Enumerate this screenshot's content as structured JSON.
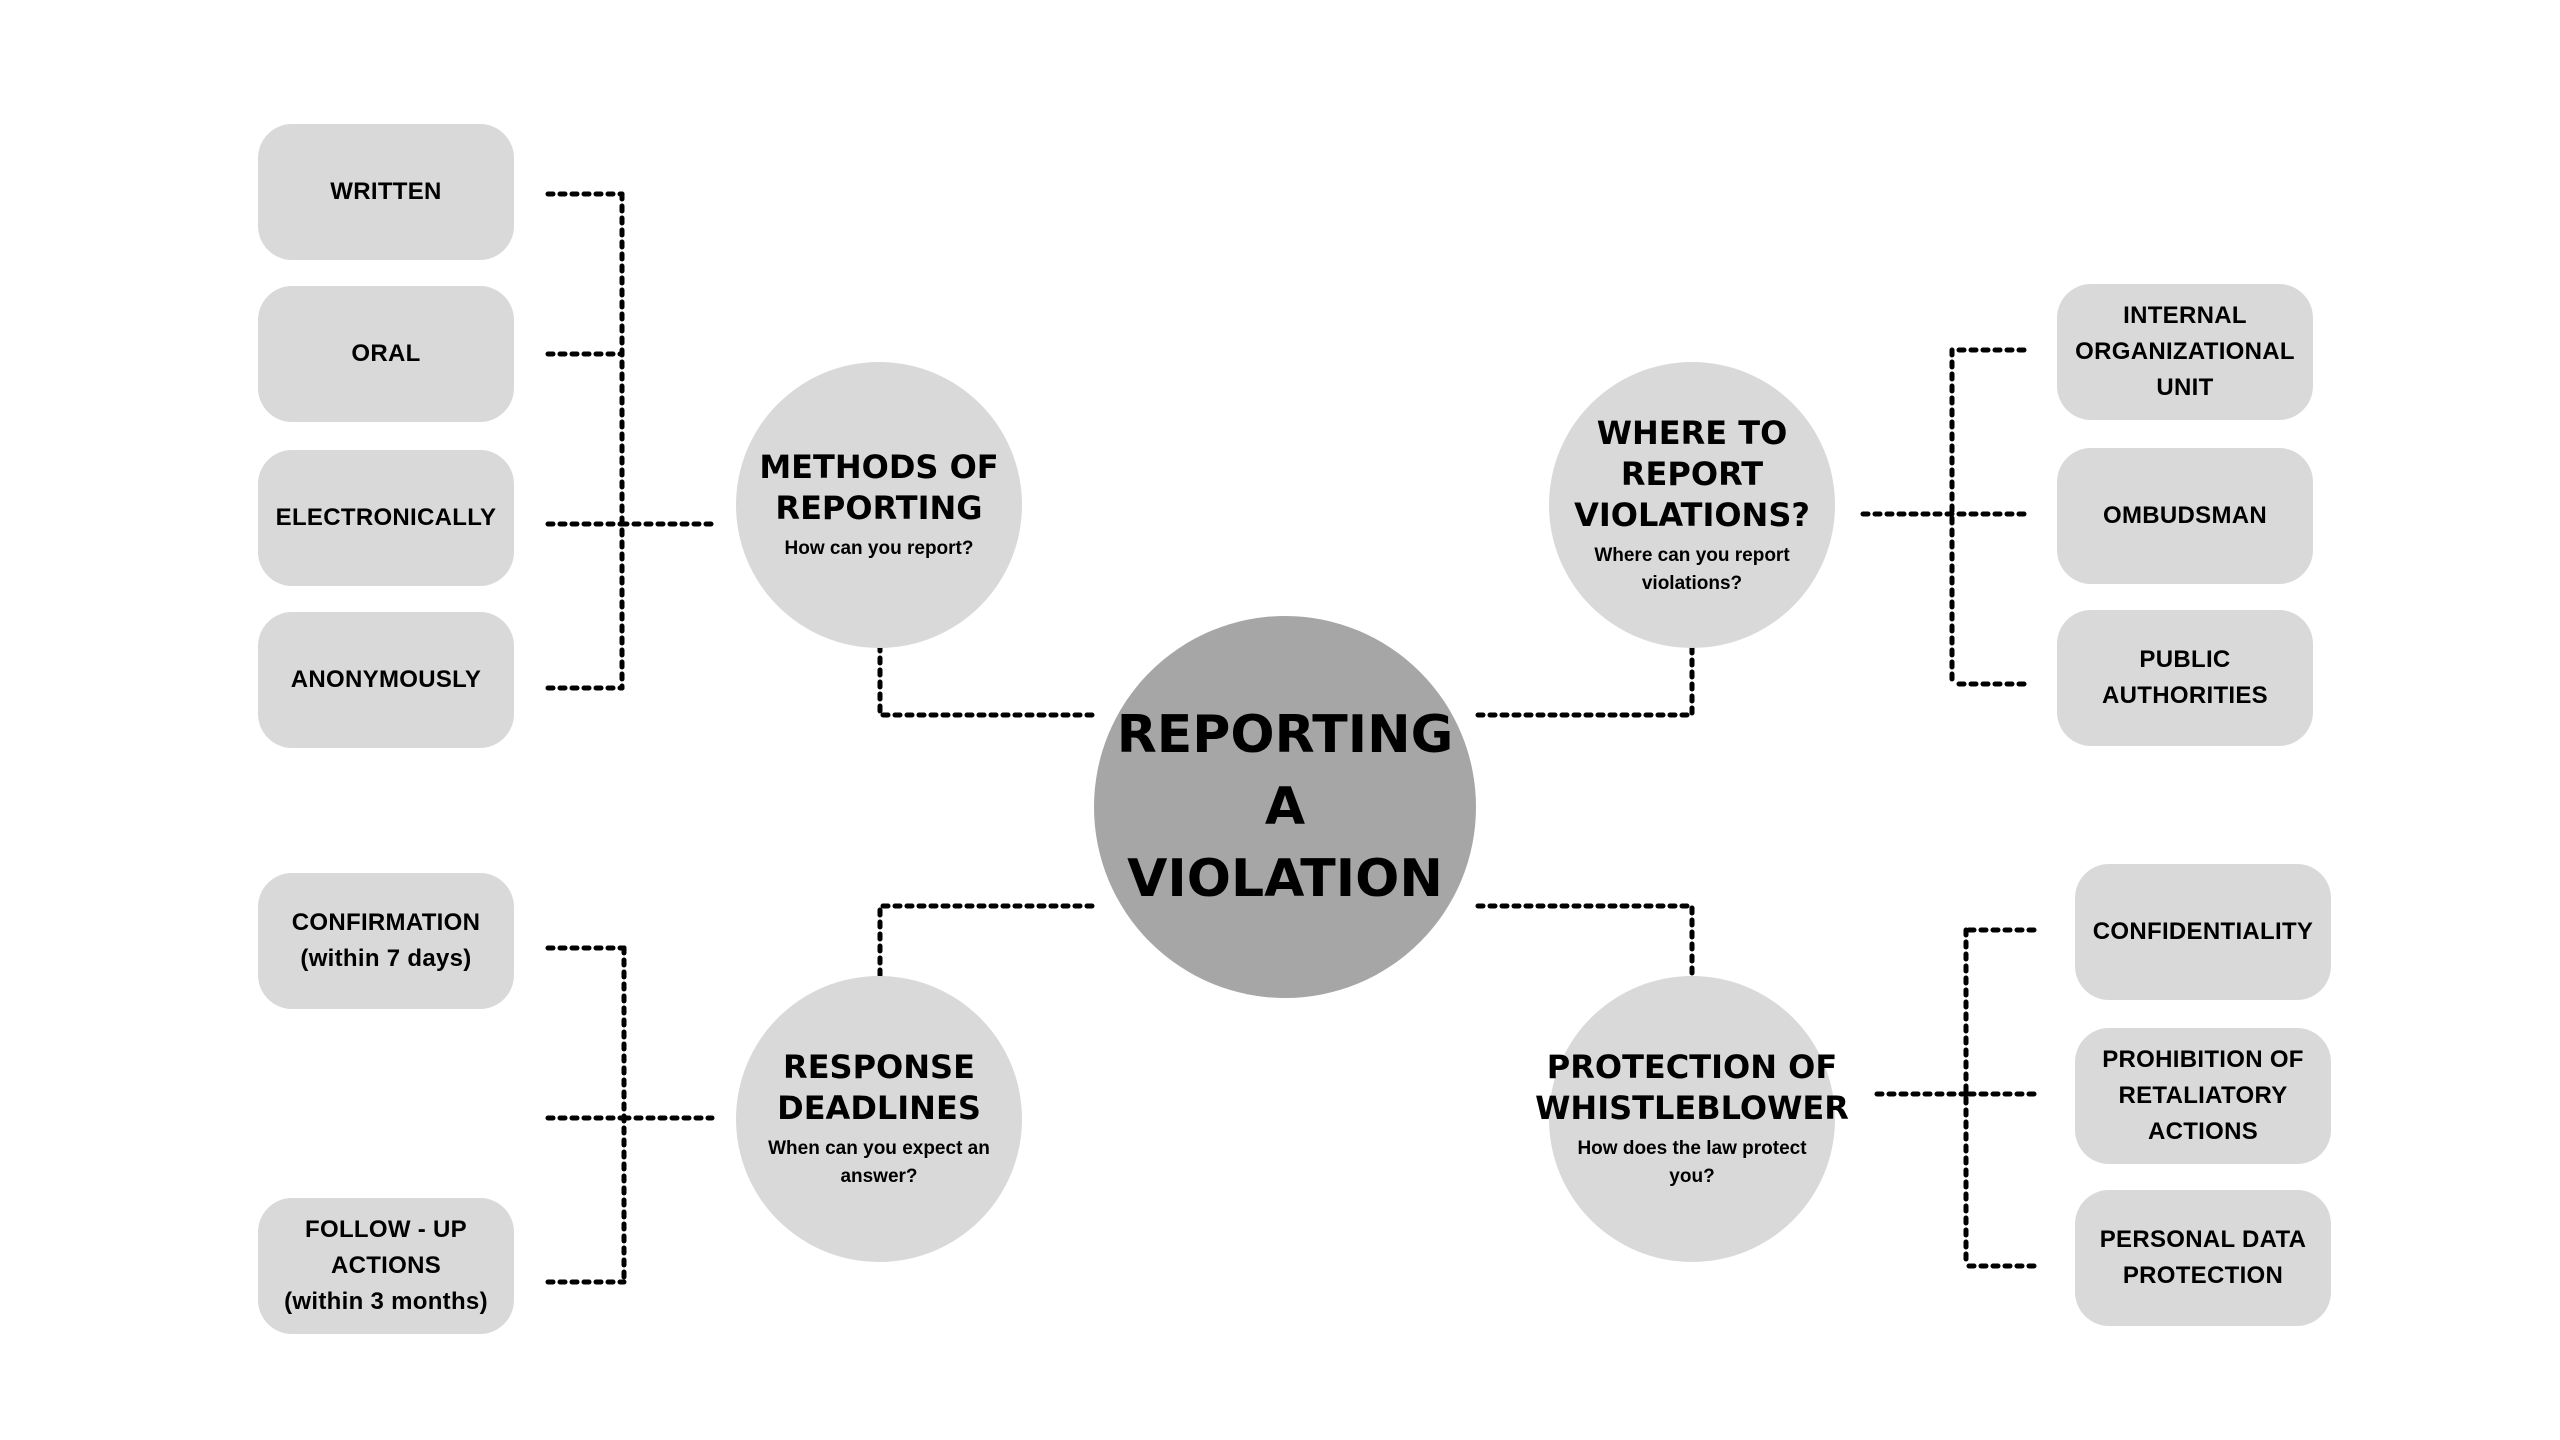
{
  "center": {
    "title": "REPORTING A\nVIOLATION"
  },
  "branches": {
    "methods": {
      "title": "METHODS OF\nREPORTING",
      "subtitle": "How can you report?",
      "items": [
        "WRITTEN",
        "ORAL",
        "ELECTRONICALLY",
        "ANONYMOUSLY"
      ]
    },
    "where": {
      "title": "WHERE TO\nREPORT\nVIOLATIONS?",
      "subtitle": "Where can you report\nviolations?",
      "items": [
        "INTERNAL\nORGANIZATIONAL\nUNIT",
        "OMBUDSMAN",
        "PUBLIC\nAUTHORITIES"
      ]
    },
    "deadlines": {
      "title": "RESPONSE\nDEADLINES",
      "subtitle": "When can you expect an\nanswer?",
      "items": [
        "CONFIRMATION\n(within 7 days)",
        "FOLLOW - UP\nACTIONS\n(within 3 months)"
      ]
    },
    "protection": {
      "title": "PROTECTION OF\nWHISTLEBLOWER",
      "subtitle": "How does the law protect\nyou?",
      "items": [
        "CONFIDENTIALITY",
        "PROHIBITION OF\nRETALIATORY\nACTIONS",
        "PERSONAL DATA\nPROTECTION"
      ]
    }
  },
  "colors": {
    "box_fill": "#d9d9d9",
    "center_fill": "#a6a6a6",
    "connector": "#000000"
  }
}
